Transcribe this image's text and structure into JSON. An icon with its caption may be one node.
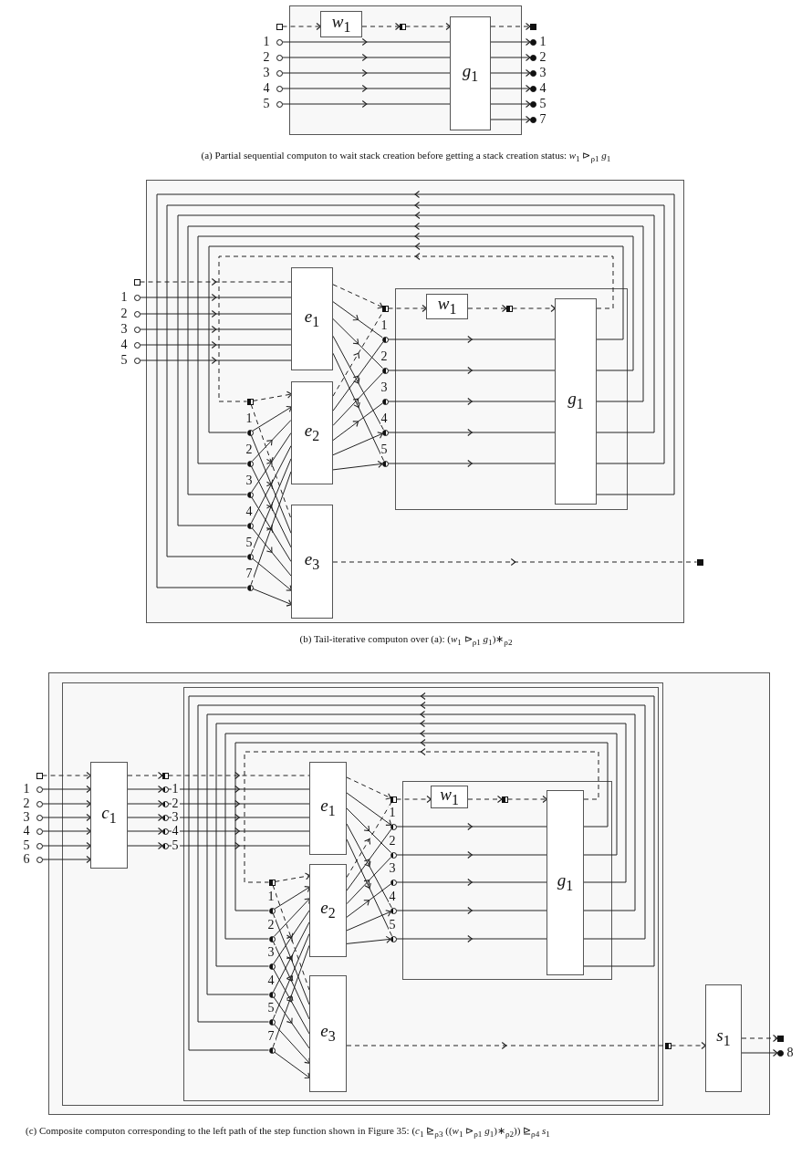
{
  "diagram": {
    "nodes": [
      {
        "text": [],
        "shape": "box"
      },
      {
        "text": [
          "*w*$_{1}$"
        ],
        "in": 0
      },
      {
        "text": [
          "*g*$_{1}$"
        ],
        "in": 0
      },
      {
        "text": [],
        "shape": "box"
      },
      {
        "text": [],
        "shape": "circle",
        "beside": [
          "1"
        ]
      },
      {
        "text": [],
        "shape": "circle",
        "beside": [
          "2"
        ]
      },
      {
        "text": [],
        "shape": "circle",
        "beside": [
          "3"
        ]
      },
      {
        "text": [],
        "shape": "circle",
        "beside": [
          "4"
        ]
      },
      {
        "text": [],
        "shape": "circle",
        "beside": [
          "5"
        ]
      },
      {
        "text": [],
        "shape": "box",
        "in": 0
      },
      {
        "text": [],
        "shape": "box"
      },
      {
        "text": [],
        "shape": "circle",
        "beside": [
          "1"
        ]
      },
      {
        "text": [],
        "shape": "circle",
        "beside": [
          "2"
        ]
      },
      {
        "text": [],
        "shape": "circle",
        "beside": [
          "3"
        ]
      },
      {
        "text": [],
        "shape": "circle",
        "beside": [
          "4"
        ]
      },
      {
        "text": [],
        "shape": "circle",
        "beside": [
          "5"
        ]
      },
      {
        "text": [],
        "shape": "circle",
        "beside": [
          "7"
        ]
      },
      {
        "text": [],
        "shape": "box"
      },
      {
        "text": [],
        "shape": "box",
        "in": 17
      },
      {
        "text": [
          "*w*$_{1}$"
        ],
        "in": 18
      },
      {
        "text": [
          "*g*$_{1}$"
        ],
        "in": 18
      },
      {
        "text": [],
        "shape": "box",
        "in": 17
      },
      {
        "text": [],
        "shape": "circle",
        "beside": [
          "1"
        ],
        "in": 17
      },
      {
        "text": [],
        "shape": "circle",
        "beside": [
          "2"
        ],
        "in": 17
      },
      {
        "text": [],
        "shape": "circle",
        "beside": [
          "3"
        ],
        "in": 17
      },
      {
        "text": [],
        "shape": "circle",
        "beside": [
          "4"
        ],
        "in": 17
      },
      {
        "text": [],
        "shape": "circle",
        "beside": [
          "5"
        ],
        "in": 17
      },
      {
        "text": [],
        "shape": "box",
        "in": 18
      },
      {
        "text": [
          "*e*$_{1}$"
        ],
        "in": 17
      },
      {
        "text": [
          "*e*$_{2}$"
        ],
        "in": 17
      },
      {
        "text": [
          "*e*$_{3}$"
        ],
        "in": 17
      },
      {
        "text": [],
        "shape": "box"
      },
      {
        "text": [],
        "shape": "circle",
        "beside": [
          "1"
        ]
      },
      {
        "text": [],
        "shape": "circle",
        "beside": [
          "2"
        ]
      },
      {
        "text": [],
        "shape": "circle",
        "beside": [
          "3"
        ]
      },
      {
        "text": [],
        "shape": "circle",
        "beside": [
          "4"
        ]
      },
      {
        "text": [],
        "shape": "circle",
        "beside": [
          "5"
        ]
      },
      {
        "text": [],
        "shape": "box",
        "in": 17
      },
      {
        "text": [],
        "shape": "circle",
        "beside": [
          "1"
        ],
        "in": 17
      },
      {
        "text": [],
        "shape": "circle",
        "beside": [
          "2"
        ],
        "in": 17
      },
      {
        "text": [],
        "shape": "circle",
        "beside": [
          "3"
        ],
        "in": 17
      },
      {
        "text": [],
        "shape": "circle",
        "beside": [
          "4"
        ],
        "in": 17
      },
      {
        "text": [],
        "shape": "circle",
        "beside": [
          "5"
        ],
        "in": 17
      },
      {
        "text": [],
        "shape": "circle",
        "beside": [
          "7"
        ],
        "in": 17
      },
      {
        "text": [],
        "shape": "box"
      },
      {
        "text": [],
        "shape": "box"
      },
      {
        "text": [],
        "shape": "box",
        "in": 45
      },
      {
        "text": [],
        "shape": "box",
        "in": 46
      },
      {
        "text": [],
        "shape": "box",
        "in": 47
      },
      {
        "text": [
          "*w*$_{1}$"
        ],
        "in": 48
      },
      {
        "text": [
          "*g*$_{1}$"
        ],
        "in": 48
      },
      {
        "text": [],
        "shape": "box",
        "in": 47
      },
      {
        "text": [],
        "shape": "circle",
        "beside": [
          "1"
        ],
        "in": 47
      },
      {
        "text": [],
        "shape": "circle",
        "beside": [
          "2"
        ],
        "in": 47
      },
      {
        "text": [],
        "shape": "circle",
        "beside": [
          "3"
        ],
        "in": 47
      },
      {
        "text": [],
        "shape": "circle",
        "beside": [
          "4"
        ],
        "in": 47
      },
      {
        "text": [],
        "shape": "circle",
        "beside": [
          "5"
        ],
        "in": 47
      },
      {
        "text": [],
        "shape": "box",
        "in": 48
      },
      {
        "text": [
          "*e*$_{1}$"
        ],
        "in": 47
      },
      {
        "text": [
          "*e*$_{2}$"
        ],
        "in": 47
      },
      {
        "text": [
          "*e*$_{3}$"
        ],
        "in": 47
      },
      {
        "text": [],
        "shape": "box",
        "in": 47
      },
      {
        "text": [],
        "shape": "circle",
        "beside": [
          "1"
        ],
        "in": 47
      },
      {
        "text": [],
        "shape": "circle",
        "beside": [
          "2"
        ],
        "in": 47
      },
      {
        "text": [],
        "shape": "circle",
        "beside": [
          "3"
        ],
        "in": 47
      },
      {
        "text": [],
        "shape": "circle",
        "beside": [
          "4"
        ],
        "in": 47
      },
      {
        "text": [],
        "shape": "circle",
        "beside": [
          "5"
        ],
        "in": 47
      },
      {
        "text": [],
        "shape": "circle",
        "beside": [
          "7"
        ],
        "in": 47
      },
      {
        "text": [
          "*c*$_{1}$"
        ],
        "in": 46
      },
      {
        "text": [],
        "shape": "box"
      },
      {
        "text": [],
        "shape": "circle",
        "beside": [
          "1"
        ]
      },
      {
        "text": [],
        "shape": "circle",
        "beside": [
          "2"
        ]
      },
      {
        "text": [],
        "shape": "circle",
        "beside": [
          "3"
        ]
      },
      {
        "text": [],
        "shape": "circle",
        "beside": [
          "4"
        ]
      },
      {
        "text": [],
        "shape": "circle",
        "beside": [
          "5"
        ]
      },
      {
        "text": [],
        "shape": "circle",
        "beside": [
          "6"
        ]
      },
      {
        "text": [],
        "shape": "box",
        "in": 46
      },
      {
        "text": [],
        "shape": "circle",
        "beside": [
          "1"
        ],
        "in": 46
      },
      {
        "text": [],
        "shape": "circle",
        "beside": [
          "2"
        ],
        "in": 46
      },
      {
        "text": [],
        "shape": "circle",
        "beside": [
          "3"
        ],
        "in": 46
      },
      {
        "text": [],
        "shape": "circle",
        "beside": [
          "4"
        ],
        "in": 46
      },
      {
        "text": [],
        "shape": "circle",
        "beside": [
          "5"
        ],
        "in": 46
      },
      {
        "text": [],
        "shape": "box",
        "in": 45
      },
      {
        "text": [
          "*s*$_{1}$"
        ],
        "in": 45
      },
      {
        "text": [],
        "shape": "box"
      },
      {
        "text": [],
        "shape": "circle",
        "beside": [
          "8"
        ]
      }
    ],
    "edges": [
      {
        "from": 3,
        "to": 1,
        "arrow": "to",
        "style": "dashed"
      },
      {
        "from": 1,
        "to": 9,
        "arrow": "to",
        "style": "dashed"
      },
      {
        "from": 9,
        "to": 2,
        "arrow": "to",
        "style": "dashed"
      },
      {
        "from": 2,
        "to": 10,
        "arrow": "to",
        "style": "dashed"
      },
      {
        "from": 4,
        "to": 2,
        "arrow": "to"
      },
      {
        "from": 5,
        "to": 2,
        "arrow": "to"
      },
      {
        "from": 6,
        "to": 2,
        "arrow": "to"
      },
      {
        "from": 7,
        "to": 2,
        "arrow": "to"
      },
      {
        "from": 8,
        "to": 2,
        "arrow": "to"
      },
      {
        "from": 2,
        "to": 11,
        "arrow": "to"
      },
      {
        "from": 2,
        "to": 12,
        "arrow": "to"
      },
      {
        "from": 2,
        "to": 13,
        "arrow": "to"
      },
      {
        "from": 2,
        "to": 14,
        "arrow": "to"
      },
      {
        "from": 2,
        "to": 15,
        "arrow": "to"
      },
      {
        "from": 2,
        "to": 16,
        "arrow": "to"
      },
      {
        "from": 31,
        "to": 28,
        "arrow": "to",
        "style": "dashed"
      },
      {
        "from": 32,
        "to": 28,
        "arrow": "to"
      },
      {
        "from": 33,
        "to": 28,
        "arrow": "to"
      },
      {
        "from": 34,
        "to": 28,
        "arrow": "to"
      },
      {
        "from": 35,
        "to": 28,
        "arrow": "to"
      },
      {
        "from": 36,
        "to": 28,
        "arrow": "to"
      },
      {
        "from": 28,
        "to": 21,
        "arrow": "to",
        "style": "dashed"
      },
      {
        "from": 28,
        "to": 22,
        "arrow": "to"
      },
      {
        "from": 28,
        "to": 23,
        "arrow": "to"
      },
      {
        "from": 28,
        "to": 25,
        "arrow": "to"
      },
      {
        "from": 28,
        "to": 26,
        "arrow": "to"
      },
      {
        "from": 29,
        "to": 21,
        "arrow": "to",
        "style": "dashed"
      },
      {
        "from": 29,
        "to": 22,
        "arrow": "to"
      },
      {
        "from": 29,
        "to": 23,
        "arrow": "to"
      },
      {
        "from": 29,
        "to": 24,
        "arrow": "to"
      },
      {
        "from": 29,
        "to": 25,
        "arrow": "to"
      },
      {
        "from": 29,
        "to": 26,
        "arrow": "to"
      },
      {
        "from": 21,
        "to": 19,
        "arrow": "to",
        "style": "dashed"
      },
      {
        "from": 19,
        "to": 27,
        "arrow": "to",
        "style": "dashed"
      },
      {
        "from": 27,
        "to": 20,
        "arrow": "to",
        "style": "dashed"
      },
      {
        "from": 22,
        "to": 20,
        "arrow": "to"
      },
      {
        "from": 23,
        "to": 20,
        "arrow": "to"
      },
      {
        "from": 24,
        "to": 20,
        "arrow": "to"
      },
      {
        "from": 25,
        "to": 20,
        "arrow": "to"
      },
      {
        "from": 26,
        "to": 20,
        "arrow": "to"
      },
      {
        "from": 20,
        "to": 37,
        "arrow": "to",
        "style": "dashed"
      },
      {
        "from": 20,
        "to": 38,
        "arrow": "to"
      },
      {
        "from": 20,
        "to": 39,
        "arrow": "to"
      },
      {
        "from": 20,
        "to": 40,
        "arrow": "to"
      },
      {
        "from": 20,
        "to": 41,
        "arrow": "to"
      },
      {
        "from": 20,
        "to": 42,
        "arrow": "to"
      },
      {
        "from": 20,
        "to": 43,
        "arrow": "to"
      },
      {
        "from": 37,
        "to": 29,
        "arrow": "to",
        "style": "dashed"
      },
      {
        "from": 37,
        "to": 30,
        "arrow": "to",
        "style": "dashed"
      },
      {
        "from": 38,
        "to": 29,
        "arrow": "to"
      },
      {
        "from": 38,
        "to": 30,
        "arrow": "to"
      },
      {
        "from": 39,
        "to": 29,
        "arrow": "to"
      },
      {
        "from": 39,
        "to": 30,
        "arrow": "to"
      },
      {
        "from": 40,
        "to": 29,
        "arrow": "to"
      },
      {
        "from": 40,
        "to": 30,
        "arrow": "to"
      },
      {
        "from": 41,
        "to": 29,
        "arrow": "to"
      },
      {
        "from": 41,
        "to": 30,
        "arrow": "to"
      },
      {
        "from": 42,
        "to": 29,
        "arrow": "to"
      },
      {
        "from": 42,
        "to": 30,
        "arrow": "to"
      },
      {
        "from": 43,
        "to": 29,
        "arrow": "to"
      },
      {
        "from": 43,
        "to": 30,
        "arrow": "to"
      },
      {
        "from": 30,
        "to": 44,
        "arrow": "to",
        "style": "dashed"
      },
      {
        "from": 69,
        "to": 68,
        "arrow": "to",
        "style": "dashed"
      },
      {
        "from": 70,
        "to": 68,
        "arrow": "to"
      },
      {
        "from": 71,
        "to": 68,
        "arrow": "to"
      },
      {
        "from": 72,
        "to": 68,
        "arrow": "to"
      },
      {
        "from": 73,
        "to": 68,
        "arrow": "to"
      },
      {
        "from": 74,
        "to": 68,
        "arrow": "to"
      },
      {
        "from": 75,
        "to": 68,
        "arrow": "to"
      },
      {
        "from": 68,
        "to": 76,
        "arrow": "to",
        "style": "dashed"
      },
      {
        "from": 68,
        "to": 77,
        "arrow": "to"
      },
      {
        "from": 68,
        "to": 78,
        "arrow": "to"
      },
      {
        "from": 68,
        "to": 79,
        "arrow": "to"
      },
      {
        "from": 68,
        "to": 80,
        "arrow": "to"
      },
      {
        "from": 68,
        "to": 81,
        "arrow": "to"
      },
      {
        "from": 76,
        "to": 58,
        "arrow": "to",
        "style": "dashed"
      },
      {
        "from": 77,
        "to": 58,
        "arrow": "to"
      },
      {
        "from": 78,
        "to": 58,
        "arrow": "to"
      },
      {
        "from": 79,
        "to": 58,
        "arrow": "to"
      },
      {
        "from": 80,
        "to": 58,
        "arrow": "to"
      },
      {
        "from": 81,
        "to": 58,
        "arrow": "to"
      },
      {
        "from": 58,
        "to": 51,
        "arrow": "to",
        "style": "dashed"
      },
      {
        "from": 58,
        "to": 52,
        "arrow": "to"
      },
      {
        "from": 58,
        "to": 53,
        "arrow": "to"
      },
      {
        "from": 58,
        "to": 55,
        "arrow": "to"
      },
      {
        "from": 58,
        "to": 56,
        "arrow": "to"
      },
      {
        "from": 59,
        "to": 51,
        "arrow": "to",
        "style": "dashed"
      },
      {
        "from": 59,
        "to": 52,
        "arrow": "to"
      },
      {
        "from": 59,
        "to": 53,
        "arrow": "to"
      },
      {
        "from": 59,
        "to": 54,
        "arrow": "to"
      },
      {
        "from": 59,
        "to": 55,
        "arrow": "to"
      },
      {
        "from": 59,
        "to": 56,
        "arrow": "to"
      },
      {
        "from": 51,
        "to": 49,
        "arrow": "to",
        "style": "dashed"
      },
      {
        "from": 49,
        "to": 57,
        "arrow": "to",
        "style": "dashed"
      },
      {
        "from": 57,
        "to": 50,
        "arrow": "to",
        "style": "dashed"
      },
      {
        "from": 52,
        "to": 50,
        "arrow": "to"
      },
      {
        "from": 53,
        "to": 50,
        "arrow": "to"
      },
      {
        "from": 54,
        "to": 50,
        "arrow": "to"
      },
      {
        "from": 55,
        "to": 50,
        "arrow": "to"
      },
      {
        "from": 56,
        "to": 50,
        "arrow": "to"
      },
      {
        "from": 50,
        "to": 61,
        "arrow": "to",
        "style": "dashed"
      },
      {
        "from": 50,
        "to": 62,
        "arrow": "to"
      },
      {
        "from": 50,
        "to": 63,
        "arrow": "to"
      },
      {
        "from": 50,
        "to": 64,
        "arrow": "to"
      },
      {
        "from": 50,
        "to": 65,
        "arrow": "to"
      },
      {
        "from": 50,
        "to": 66,
        "arrow": "to"
      },
      {
        "from": 50,
        "to": 67,
        "arrow": "to"
      },
      {
        "from": 61,
        "to": 59,
        "arrow": "to",
        "style": "dashed"
      },
      {
        "from": 61,
        "to": 60,
        "arrow": "to",
        "style": "dashed"
      },
      {
        "from": 62,
        "to": 59,
        "arrow": "to"
      },
      {
        "from": 62,
        "to": 60,
        "arrow": "to"
      },
      {
        "from": 63,
        "to": 59,
        "arrow": "to"
      },
      {
        "from": 63,
        "to": 60,
        "arrow": "to"
      },
      {
        "from": 64,
        "to": 59,
        "arrow": "to"
      },
      {
        "from": 64,
        "to": 60,
        "arrow": "to"
      },
      {
        "from": 65,
        "to": 59,
        "arrow": "to"
      },
      {
        "from": 65,
        "to": 60,
        "arrow": "to"
      },
      {
        "from": 66,
        "to": 59,
        "arrow": "to"
      },
      {
        "from": 66,
        "to": 60,
        "arrow": "to"
      },
      {
        "from": 67,
        "to": 59,
        "arrow": "to"
      },
      {
        "from": 67,
        "to": 60,
        "arrow": "to"
      },
      {
        "from": 60,
        "to": 82,
        "arrow": "to",
        "style": "dashed"
      },
      {
        "from": 82,
        "to": 83,
        "arrow": "to",
        "style": "dashed"
      },
      {
        "from": 83,
        "to": 84,
        "arrow": "to",
        "style": "dashed"
      },
      {
        "from": 83,
        "to": 85,
        "arrow": "to"
      }
    ],
    "labels": [
      "(a) Partial sequential computon to wait stack creation before getting a stack creation status: *w*$_{1}$ ⊳$_{ρ1}$ *g*$_{1}$",
      "(b) Tail-iterative computon over (a): (*w*$_{1}$ ⊳$_{ρ1}$ *g*$_{1}$)∗$_{ρ2}$",
      "(c) Composite computon corresponding to the left path of the step function shown in Figure 35: (*c*$_{1}$ ⊵$_{ρ3}$ ((*w*$_{1}$ ⊳$_{ρ1}$ *g*$_{1}$)∗$_{ρ2}$)) ⊵$_{ρ4}$ *s*$_{1}$"
    ]
  }
}
